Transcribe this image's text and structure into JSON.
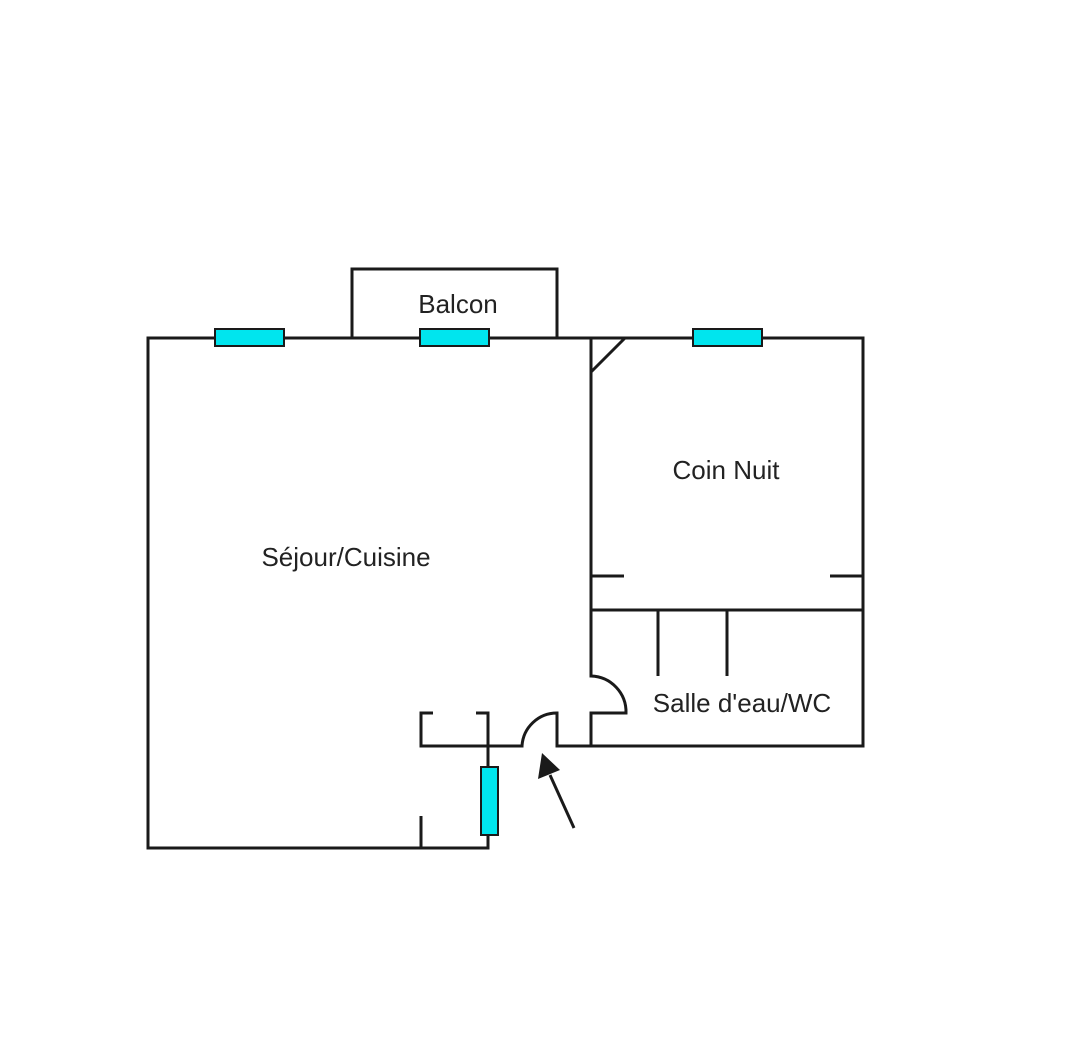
{
  "floor_plan": {
    "rooms": {
      "balcony": "Balcon",
      "living_kitchen": "Séjour/Cuisine",
      "sleeping_area": "Coin Nuit",
      "bathroom_wc": "Salle d'eau/WC"
    },
    "colors": {
      "wall": "#1a1a1a",
      "window": "#00e5ee",
      "background": "#ffffff"
    },
    "icons": {
      "entrance": "entrance-arrow-icon"
    }
  }
}
